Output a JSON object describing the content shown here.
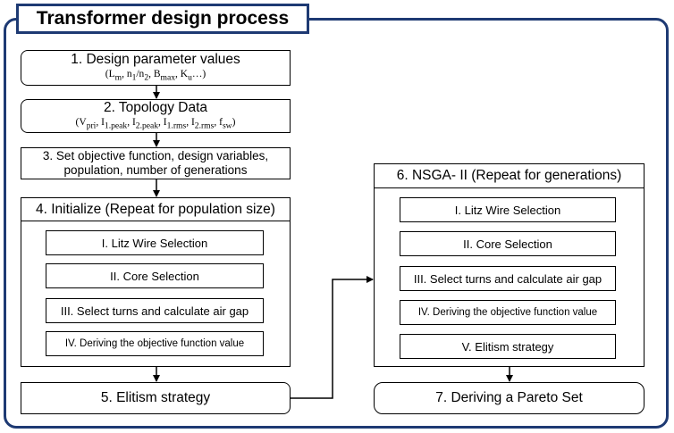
{
  "title": "Transformer design process",
  "left": {
    "step1": {
      "label": "1.  Design parameter values",
      "sub": "(Lm, n1/n2, Bmax, Ku…)"
    },
    "step2": {
      "label": "2.  Topology Data",
      "sub": "(Vpri, I1.peak, I2.peak, I1.rms, I2.rms, fsw)"
    },
    "step3": {
      "line1": "3.   Set objective function, design variables,",
      "line2": "population, number of generations"
    },
    "step4": {
      "header": "4.  Initialize (Repeat for population size)",
      "items": [
        "I.      Litz Wire Selection",
        "II.     Core Selection",
        "III.   Select turns and calculate air gap",
        "IV.   Deriving the objective function value"
      ]
    },
    "step5": {
      "label": "5.  Elitism strategy"
    }
  },
  "right": {
    "step6": {
      "header": "6.  NSGA- II  (Repeat for generations)",
      "items": [
        "I.     Litz Wire Selection",
        "II.     Core Selection",
        "III.   Select turns and calculate air gap",
        "IV.   Deriving the objective function value",
        "V.     Elitism strategy"
      ]
    },
    "step7": {
      "label": "7.    Deriving a Pareto Set"
    }
  }
}
